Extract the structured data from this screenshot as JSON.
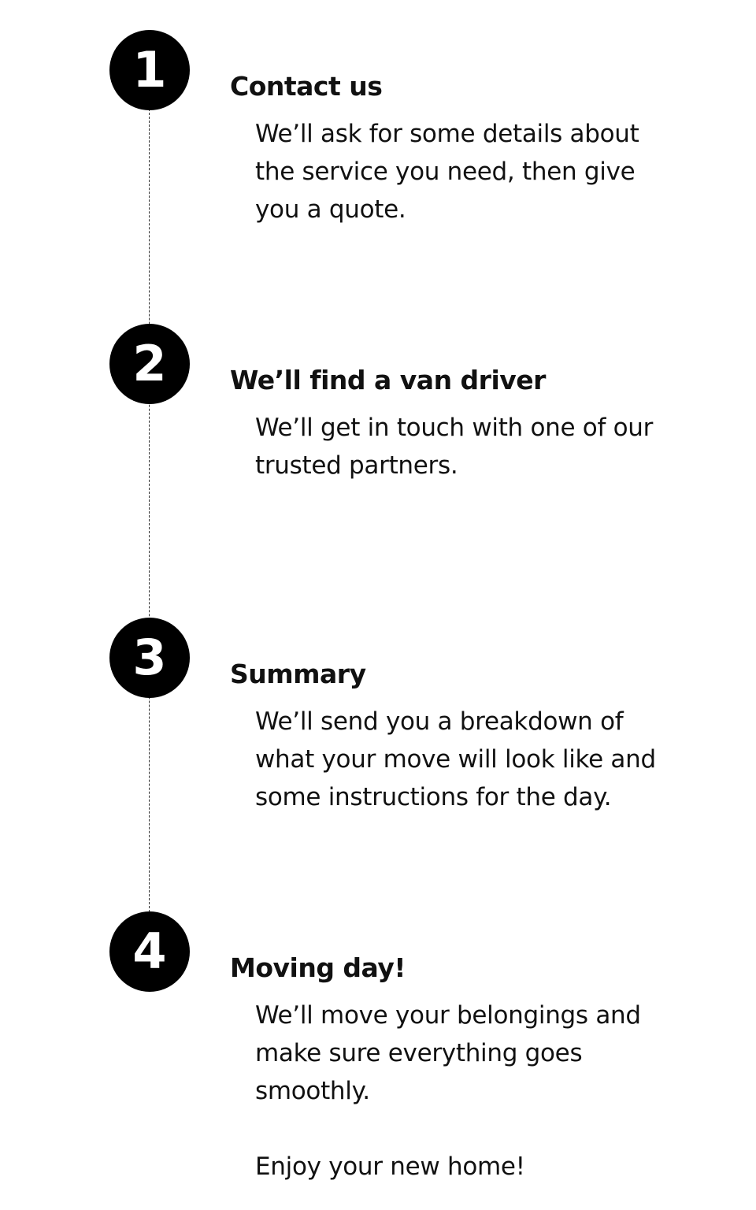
{
  "steps": [
    {
      "number": "1",
      "title": "Contact us",
      "description": "We’ll ask for some details about the service you need, then give you a quote."
    },
    {
      "number": "2",
      "title": "We’ll find a van driver",
      "description": "We’ll get in touch with one of our trusted partners."
    },
    {
      "number": "3",
      "title": "Summary",
      "description": "We’ll send you a breakdown of what your move will look like and some instructions for the day."
    },
    {
      "number": "4",
      "title": "Moving day!",
      "description": "We’ll move your belongings and make sure everything goes smoothly.",
      "closing": "Enjoy your new home!"
    }
  ]
}
